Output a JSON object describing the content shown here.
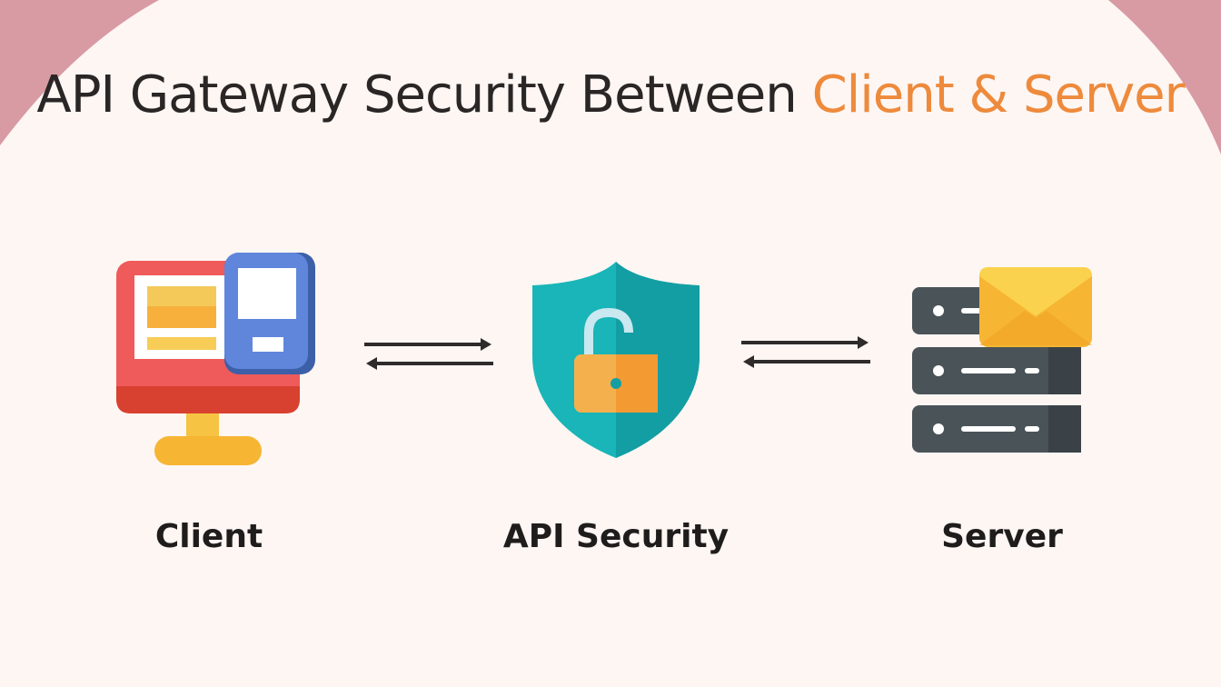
{
  "title": {
    "prefix": "API Gateway Security Between ",
    "accent": "Client & Server"
  },
  "nodes": [
    {
      "id": "client",
      "label": "Client",
      "icon": "monitor-icon"
    },
    {
      "id": "api-security",
      "label": "API Security",
      "icon": "shield-lock-icon"
    },
    {
      "id": "server",
      "label": "Server",
      "icon": "server-mail-icon"
    }
  ],
  "connections": [
    {
      "from": "client",
      "to": "api-security",
      "type": "bidirectional"
    },
    {
      "from": "api-security",
      "to": "server",
      "type": "bidirectional"
    }
  ],
  "colors": {
    "background": "#fdf6f3",
    "corner_blob": "#d89aa3",
    "title_text": "#2a2625",
    "title_accent": "#ee8a3c"
  }
}
